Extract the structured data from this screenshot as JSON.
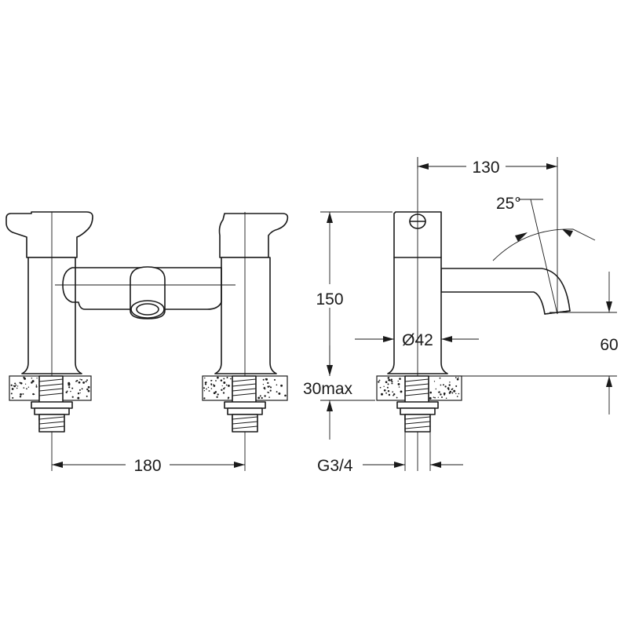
{
  "dimensions": {
    "spout_projection": "130",
    "spout_angle": "25°",
    "body_height": "150",
    "body_diameter": "Ø42",
    "spout_height": "60",
    "counter_thickness": "30max",
    "tap_centres": "180",
    "thread_size": "G3/4"
  }
}
